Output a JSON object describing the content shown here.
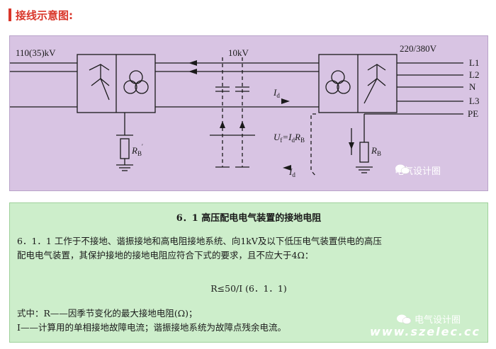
{
  "heading": "接线示意图:",
  "diagram": {
    "label_hv": "110(35)kV",
    "label_mv": "10kV",
    "label_lv": "220/380V",
    "lines": [
      "L1",
      "L2",
      "N",
      "L3",
      "PE"
    ],
    "id_label": "I",
    "id_sub": "d",
    "uf_label": "U",
    "uf_sub": "f",
    "uf_eq": "=I",
    "uf_rb": "R",
    "uf_rb_sub": "B",
    "r_left": "R",
    "r_left_sub": "B",
    "r_left_prime": "′",
    "r_right": "R",
    "r_right_sub": "B",
    "id2_label": "I",
    "id2_sub": "d"
  },
  "watermark_top": "电气设计圈",
  "watermark_bottom": "电气设计圈",
  "url": "www.szelec.cc",
  "content": {
    "title": "6．1 高压配电电气装置的接地电阻",
    "para1_line1": "6．1．1 工作于不接地、谐振接地和高电阻接地系统、向1kV及以下低压电气装置供电的高压",
    "para1_line2": "配电电气装置，其保护接地的接地电阻应符合下式的要求，且不应大于4Ω：",
    "formula": "R≤50/I (6．1．1)",
    "def_line1": "式中：R——因季节变化的最大接地电阻(Ω)；",
    "def_line2": "I——计算用的单相接地故障电流；谐振接地系统为故障点残余电流。"
  },
  "colors": {
    "accent": "#d9362a",
    "diagram_bg": "#d8c4e3",
    "text_bg": "#cdeecb"
  }
}
